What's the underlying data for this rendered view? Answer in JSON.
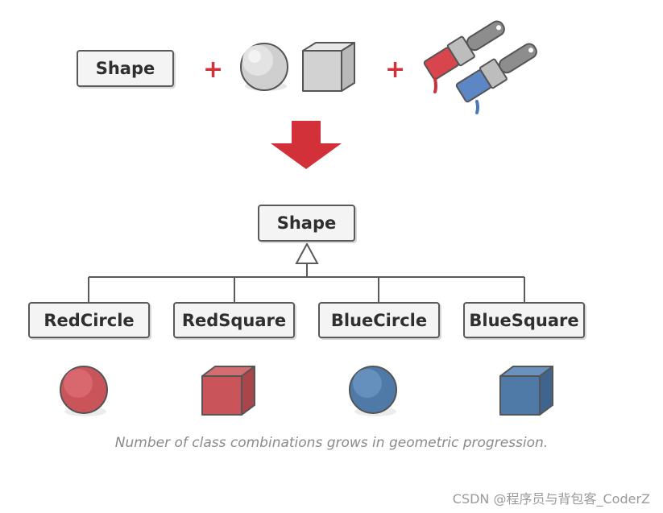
{
  "top_row": {
    "class_label": "Shape",
    "plus_symbol": "+",
    "shapes": [
      "sphere",
      "cube"
    ],
    "colors": [
      "red",
      "blue"
    ]
  },
  "hierarchy": {
    "parent": "Shape",
    "children": [
      "RedCircle",
      "RedSquare",
      "BlueCircle",
      "BlueSquare"
    ]
  },
  "caption": "Number of class combinations grows in geometric progression.",
  "watermark": "CSDN @程序员与背包客_CoderZ",
  "palette": {
    "accent_red": "#d3313a",
    "red_shape": "#c9545a",
    "blue_shape": "#4f7aa8",
    "box_border": "#5a5a5a"
  }
}
